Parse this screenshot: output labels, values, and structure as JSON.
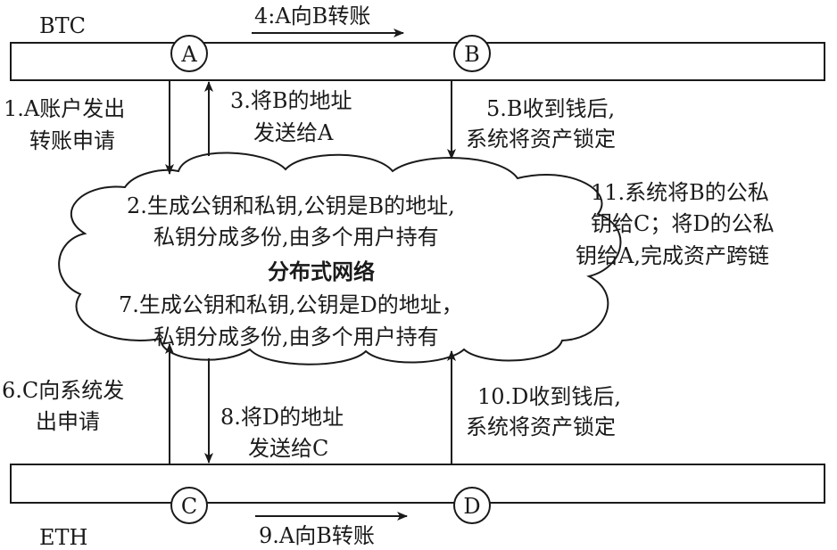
{
  "chains": {
    "top": "BTC",
    "bottom": "ETH"
  },
  "nodes": {
    "a": "A",
    "b": "B",
    "c": "C",
    "d": "D"
  },
  "steps": {
    "s1": [
      "1.A账户发出",
      "转账申请"
    ],
    "s2": [
      "2.生成公钥和私钥,公钥是B的地址,",
      "私钥分成多份,由多个用户持有"
    ],
    "s3": [
      "3.将B的地址",
      "发送给A"
    ],
    "s4": "4:A向B转账",
    "s5": [
      "5.B收到钱后,",
      "系统将资产锁定"
    ],
    "s6": [
      "6.C向系统发",
      "出申请"
    ],
    "s7": [
      "7.生成公钥和私钥,公钥是D的地址，",
      "私钥分成多份,由多个用户持有"
    ],
    "s8": [
      "8.将D的地址",
      "发送给C"
    ],
    "s9": "9.A向B转账",
    "s10": [
      "10.D收到钱后,",
      "系统将资产锁定"
    ],
    "s11": [
      "11.系统将B的公私",
      "钥给C；将D的公私",
      "钥给A,完成资产跨链"
    ]
  },
  "cloud_title": "分布式网络"
}
